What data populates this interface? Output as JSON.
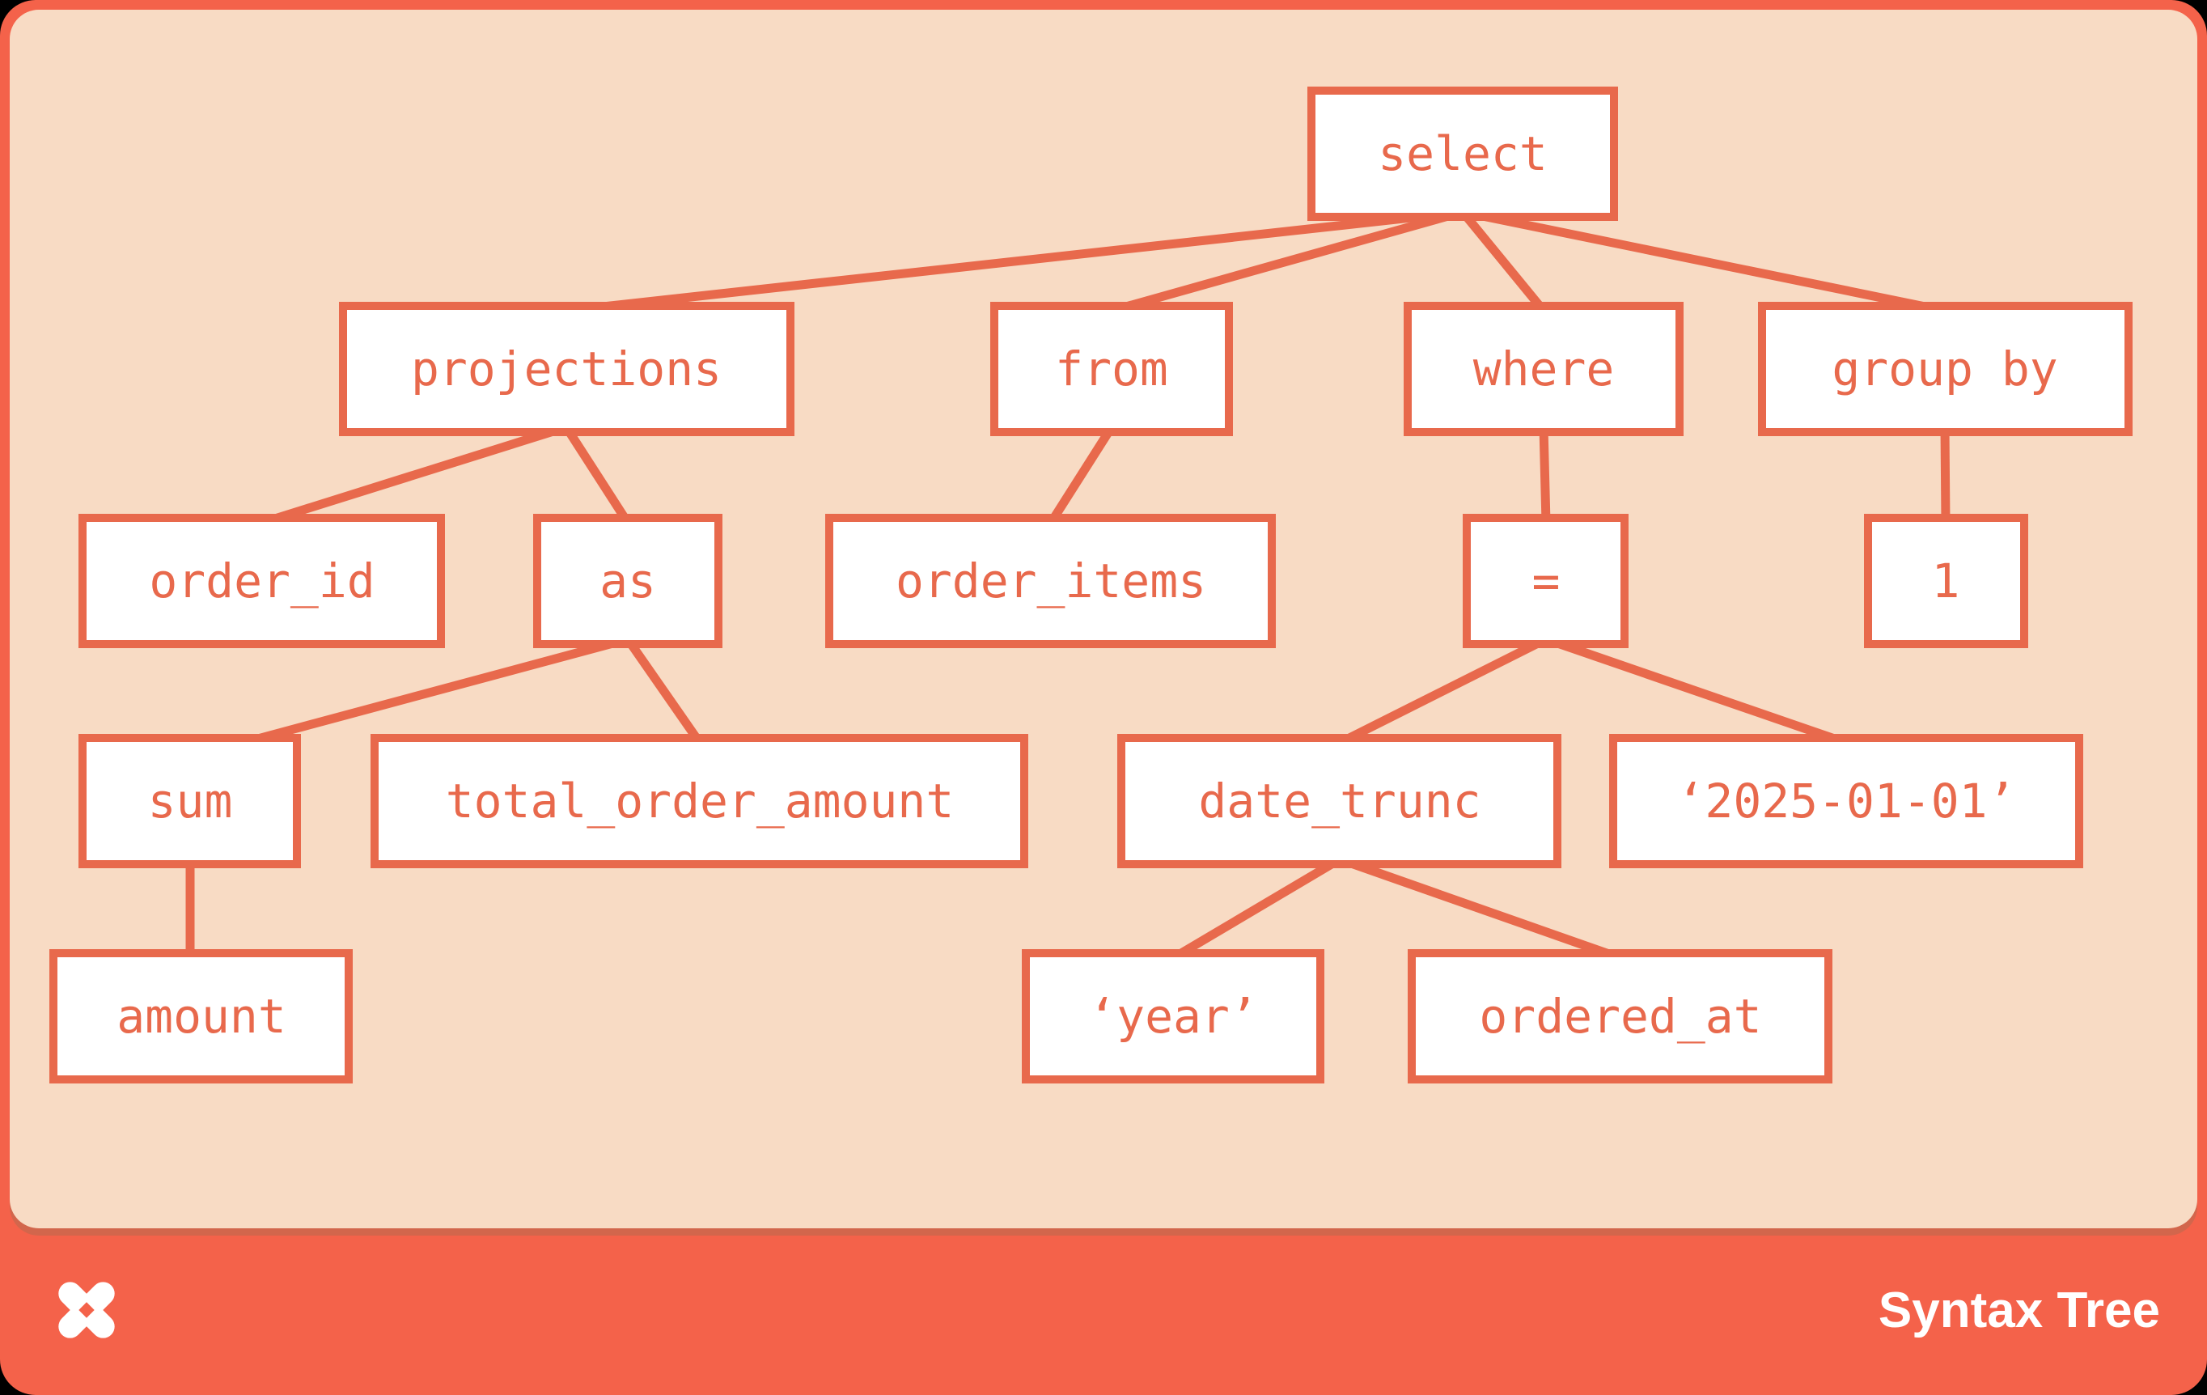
{
  "card": {
    "background_color": "#F4624A",
    "panel_color": "#F8DBC4",
    "stroke_color": "#E8694C",
    "node_fill": "#FFFFFF",
    "shadow_color": "#D2664C"
  },
  "footer": {
    "badge": "Syntax Tree",
    "logo": "dagster-star-icon",
    "text_color": "#FFFFFF"
  },
  "tree": {
    "root": "select",
    "nodes": [
      {
        "id": "select",
        "label": "select"
      },
      {
        "id": "projections",
        "label": "projections"
      },
      {
        "id": "from",
        "label": "from"
      },
      {
        "id": "where",
        "label": "where"
      },
      {
        "id": "group-by",
        "label": "group by"
      },
      {
        "id": "order-id",
        "label": "order_id"
      },
      {
        "id": "as",
        "label": "as"
      },
      {
        "id": "order-items",
        "label": "order_items"
      },
      {
        "id": "equals",
        "label": "="
      },
      {
        "id": "one",
        "label": "1"
      },
      {
        "id": "sum",
        "label": "sum"
      },
      {
        "id": "total-order-amount",
        "label": "total_order_amount"
      },
      {
        "id": "date-trunc",
        "label": "date_trunc"
      },
      {
        "id": "date-literal",
        "label": "‘2025-01-01’"
      },
      {
        "id": "amount",
        "label": "amount"
      },
      {
        "id": "year-literal",
        "label": "‘year’"
      },
      {
        "id": "ordered-at",
        "label": "ordered_at"
      }
    ],
    "edges": [
      [
        "select",
        "projections"
      ],
      [
        "select",
        "from"
      ],
      [
        "select",
        "where"
      ],
      [
        "select",
        "group-by"
      ],
      [
        "projections",
        "order-id"
      ],
      [
        "projections",
        "as"
      ],
      [
        "from",
        "order-items"
      ],
      [
        "where",
        "equals"
      ],
      [
        "group-by",
        "one"
      ],
      [
        "as",
        "sum"
      ],
      [
        "as",
        "total-order-amount"
      ],
      [
        "equals",
        "date-trunc"
      ],
      [
        "equals",
        "date-literal"
      ],
      [
        "sum",
        "amount"
      ],
      [
        "date-trunc",
        "year-literal"
      ],
      [
        "date-trunc",
        "ordered-at"
      ]
    ]
  }
}
